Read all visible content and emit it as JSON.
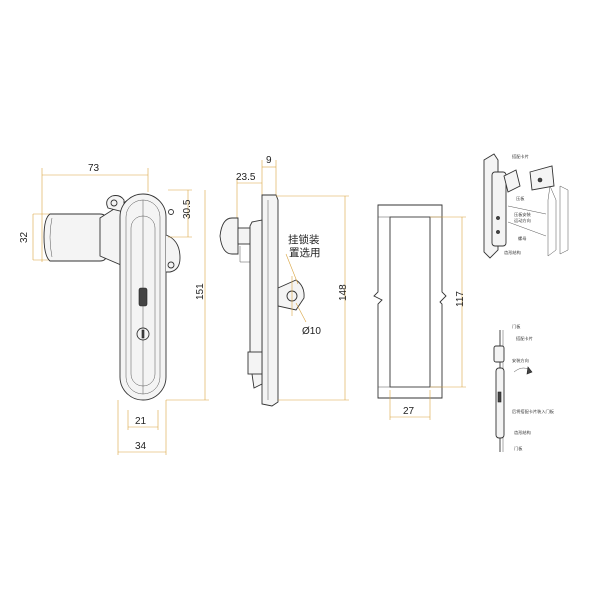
{
  "dimensions": {
    "width_73": "73",
    "height_32": "32",
    "offset_30_5": "30.5",
    "height_151": "151",
    "width_21": "21",
    "width_34": "34",
    "thick_9": "9",
    "offset_23_5": "23.5",
    "height_148": "148",
    "hole_d10": "Ø10",
    "height_117": "117",
    "width_27": "27"
  },
  "notes": {
    "padlock_line1": "挂锁装",
    "padlock_line2": "置选用"
  },
  "install_diagram_top": {
    "label_1": "搭配卡片",
    "label_2": "压板",
    "label_3": "压板安装",
    "label_4": "运动方向",
    "label_5": "螺母",
    "label_6": "齿形结构"
  },
  "install_diagram_bottom": {
    "label_1": "门板",
    "label_2": "搭配卡片",
    "label_3": "安装方向",
    "label_4": "后将搭配卡片装入门板",
    "label_5": "齿形结构",
    "label_6": "门板"
  }
}
